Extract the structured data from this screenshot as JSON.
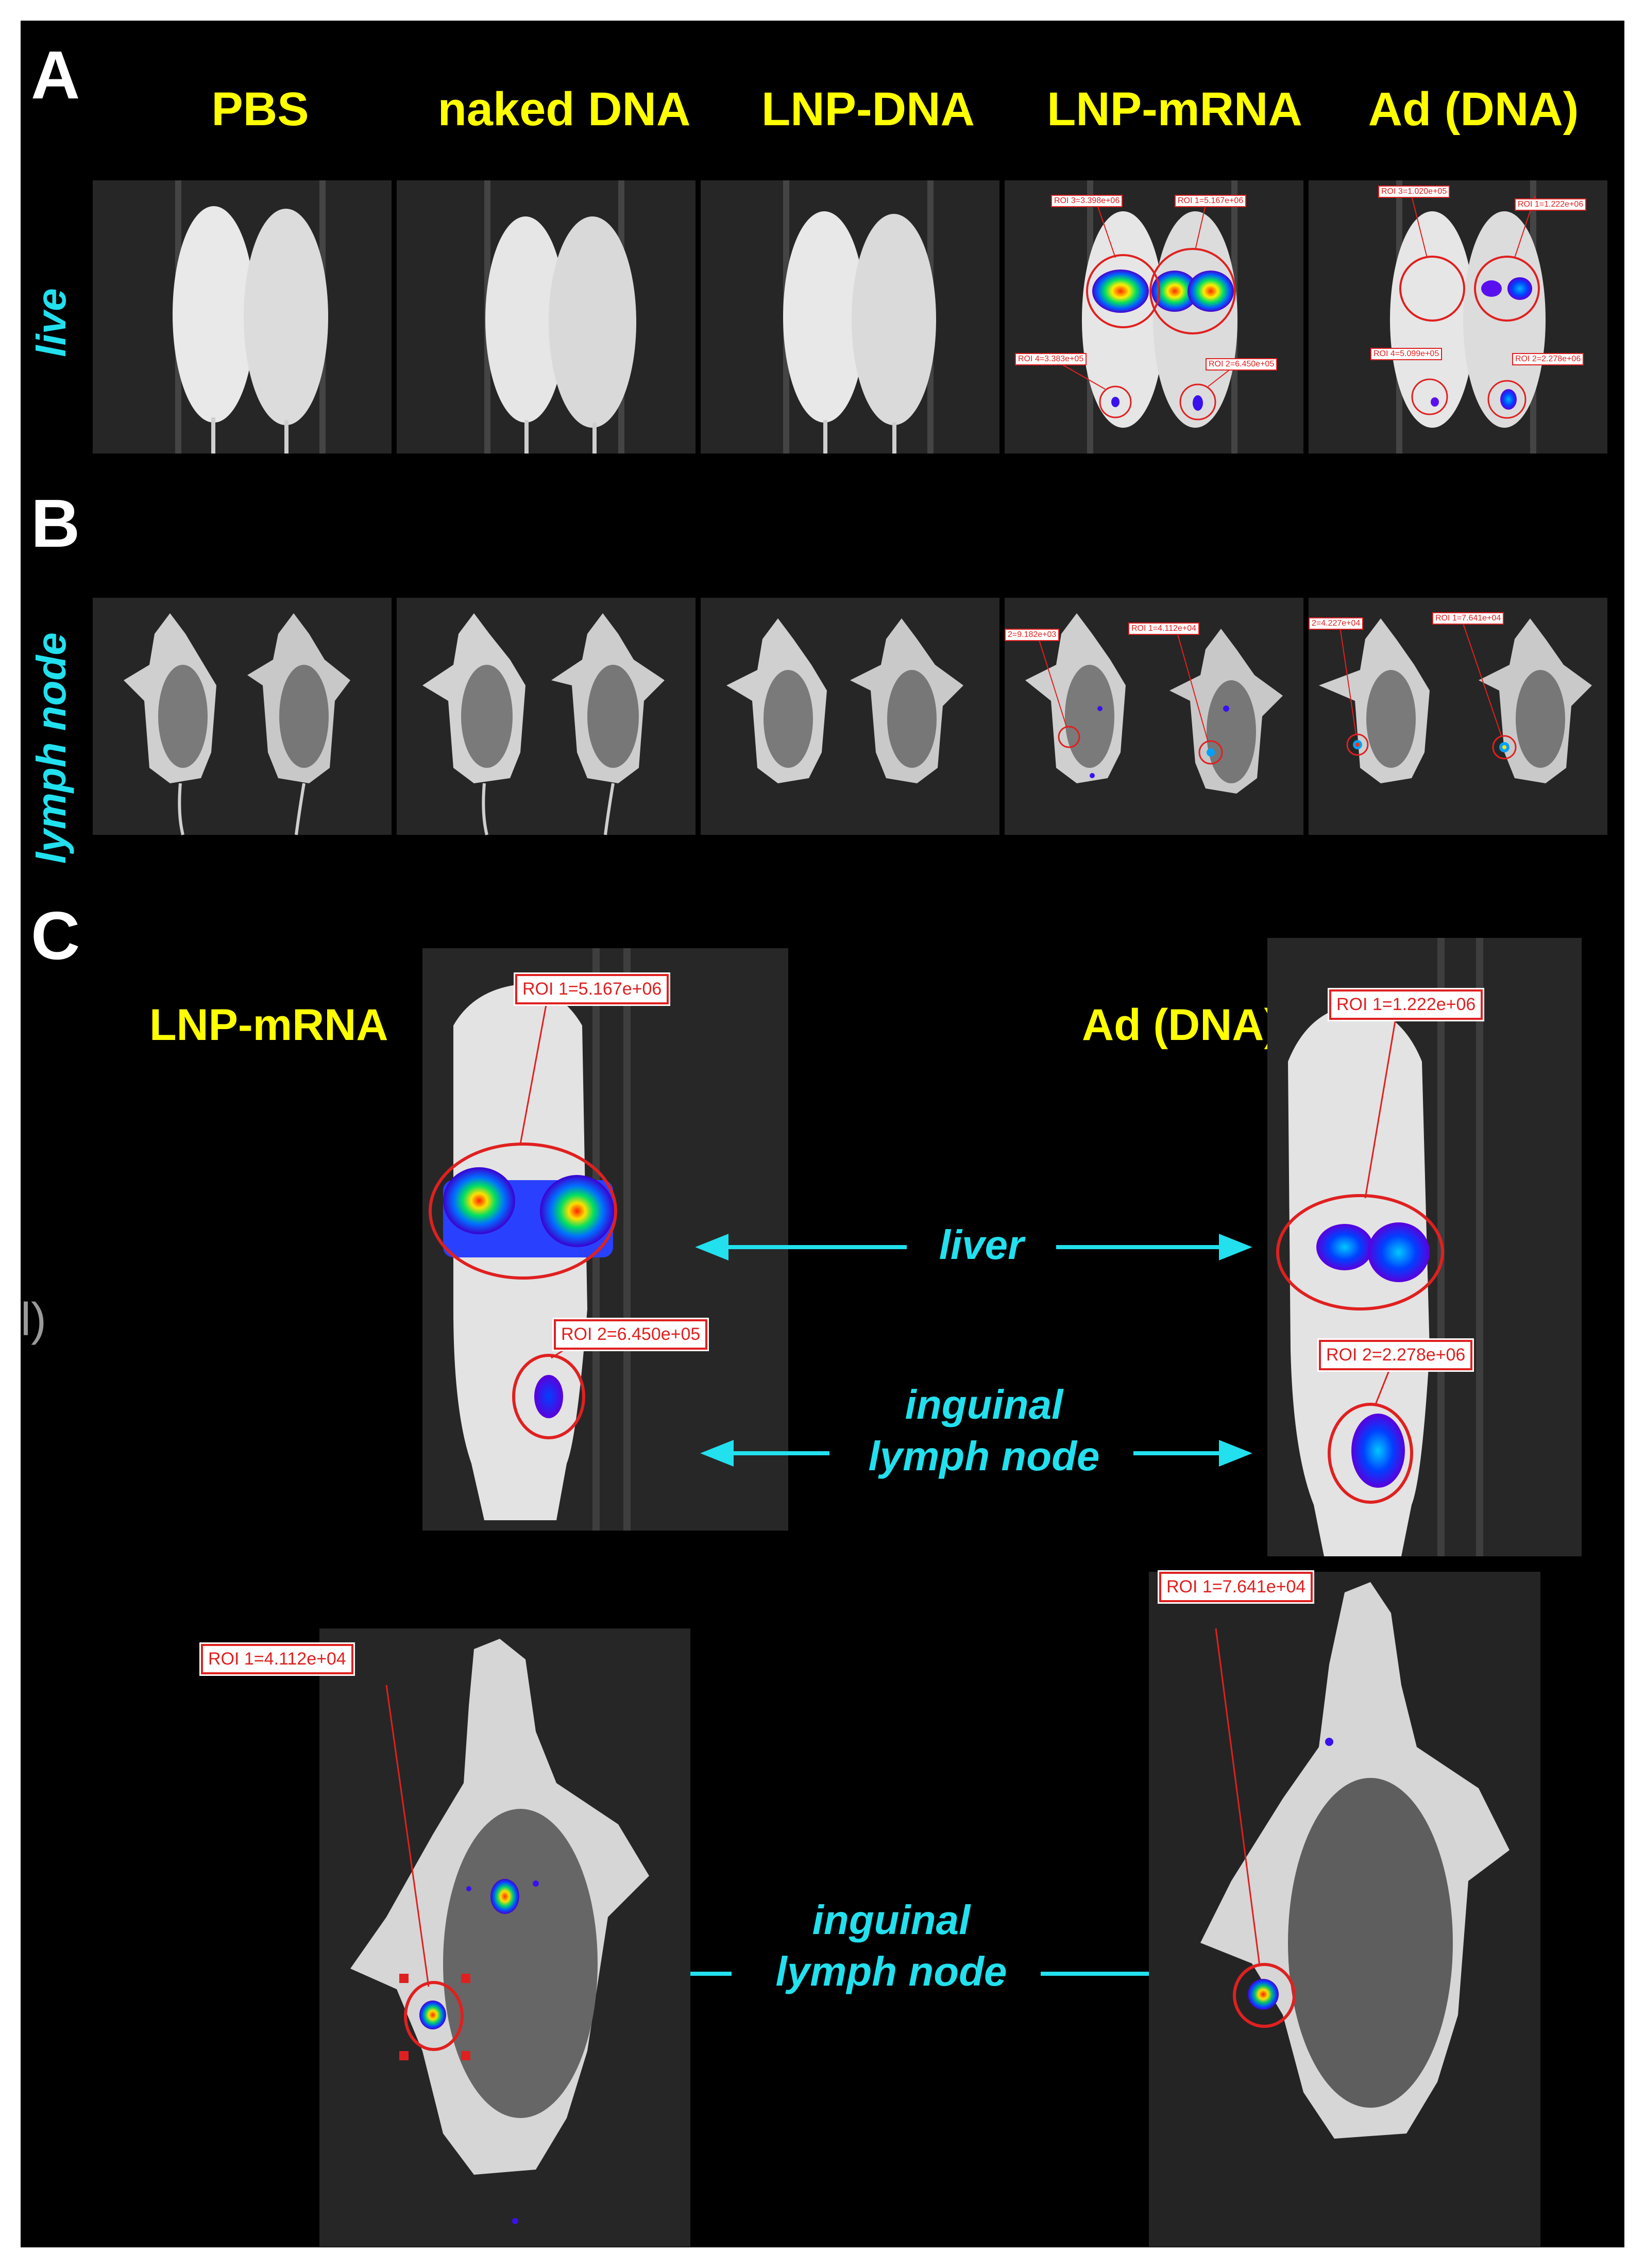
{
  "panels": {
    "a": "A",
    "b": "B",
    "c": "C"
  },
  "columns": [
    "PBS",
    "naked DNA",
    "LNP-DNA",
    "LNP-mRNA",
    "Ad (DNA)"
  ],
  "rows": {
    "live": "live",
    "lymph": "lymph node"
  },
  "panel_a_rois": {
    "lnp": [
      "ROI 3=3.398e+06",
      "ROI 1=5.167e+06",
      "ROI 4=3.383e+05",
      "ROI 2=6.450e+05"
    ],
    "ad": [
      "ROI 3=1.020e+05",
      "ROI 1=1.222e+06",
      "ROI 4=5.099e+05",
      "ROI 2=2.278e+06"
    ]
  },
  "panel_b_rois": {
    "lnp": [
      "2=9.182e+03",
      "ROI 1=4.112e+04"
    ],
    "ad": [
      "2=4.227e+04",
      "ROI 1=7.641e+04"
    ]
  },
  "panel_c": {
    "left_title": "LNP-mRNA",
    "right_title": "Ad (DNA)",
    "liver_label": "liver",
    "inguinal_label_1": "inguinal",
    "inguinal_label_2": "lymph node",
    "lnp_roi1": "ROI 1=5.167e+06",
    "lnp_roi2": "ROI 2=6.450e+05",
    "ad_roi1": "ROI 1=1.222e+06",
    "ad_roi2": "ROI 2=2.278e+06",
    "lnp_node_roi": "ROI 1=4.112e+04",
    "ad_node_roi": "ROI 1=7.641e+04",
    "stray_text": "l)"
  },
  "colors": {
    "background": "#000000",
    "header": "#ffff00",
    "label": "#22e0ee",
    "roi": "#e02020"
  }
}
